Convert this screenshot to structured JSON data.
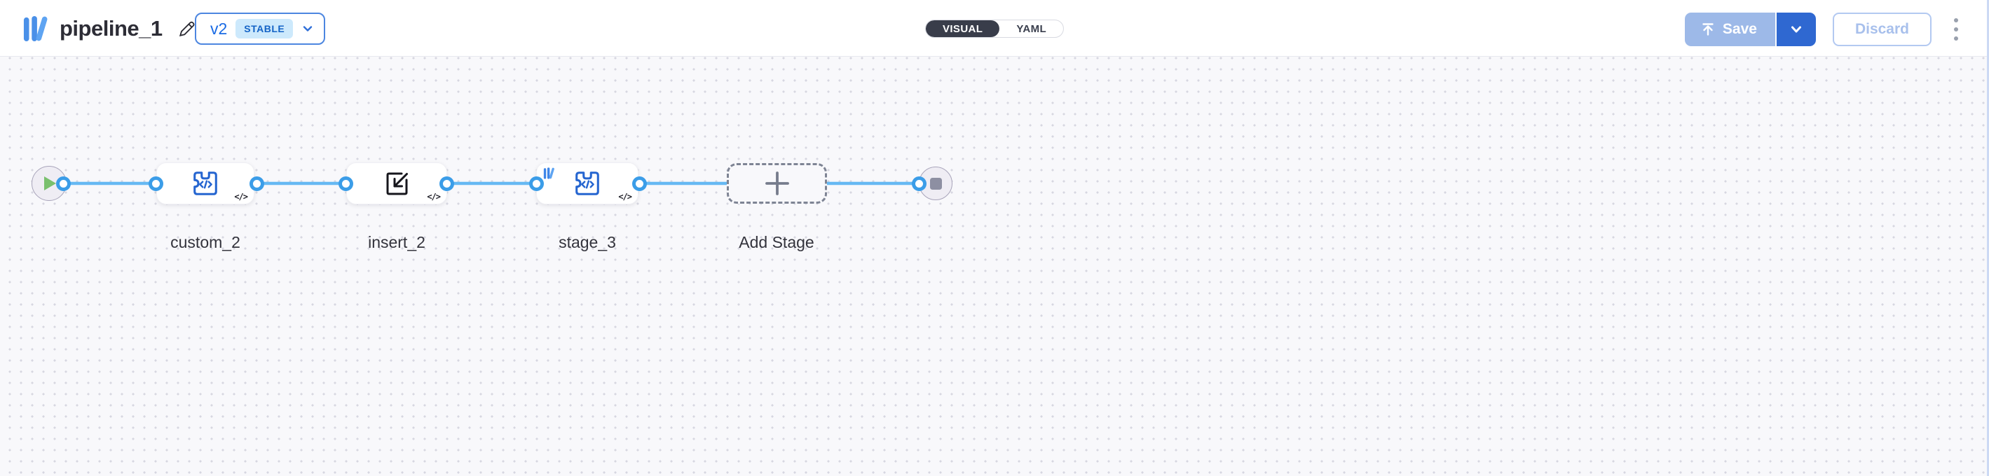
{
  "header": {
    "title": "pipeline_1",
    "version_selector": {
      "version": "v2",
      "status_badge": "STABLE"
    },
    "mode_toggle": {
      "options": [
        {
          "label": "VISUAL",
          "selected": true
        },
        {
          "label": "YAML",
          "selected": false
        }
      ]
    },
    "actions": {
      "save_label": "Save",
      "discard_label": "Discard"
    }
  },
  "canvas": {
    "start_node": "start",
    "end_node": "stop",
    "stages": [
      {
        "label": "custom_2",
        "icon": "custom-plugin-code-icon",
        "code_badge": "</>"
      },
      {
        "label": "insert_2",
        "icon": "insert-import-icon",
        "code_badge": "</>"
      },
      {
        "label": "stage_3",
        "icon": "custom-plugin-code-icon",
        "library_badge": "library-icon",
        "code_badge": "</>"
      }
    ],
    "add_stage_label": "Add Stage"
  },
  "colors": {
    "edge_blue": "#66b9f3",
    "port_blue": "#3b9de8",
    "icon_blue": "#2565d0",
    "accent_blue": "#2f68d1",
    "save_disabled_blue": "#9db9e8",
    "badge_bg": "#cde9fc",
    "badge_text": "#1463c6",
    "canvas_bg": "#f8f8fb",
    "play_green": "#7ac06e",
    "toggle_dark": "#393d4a"
  }
}
